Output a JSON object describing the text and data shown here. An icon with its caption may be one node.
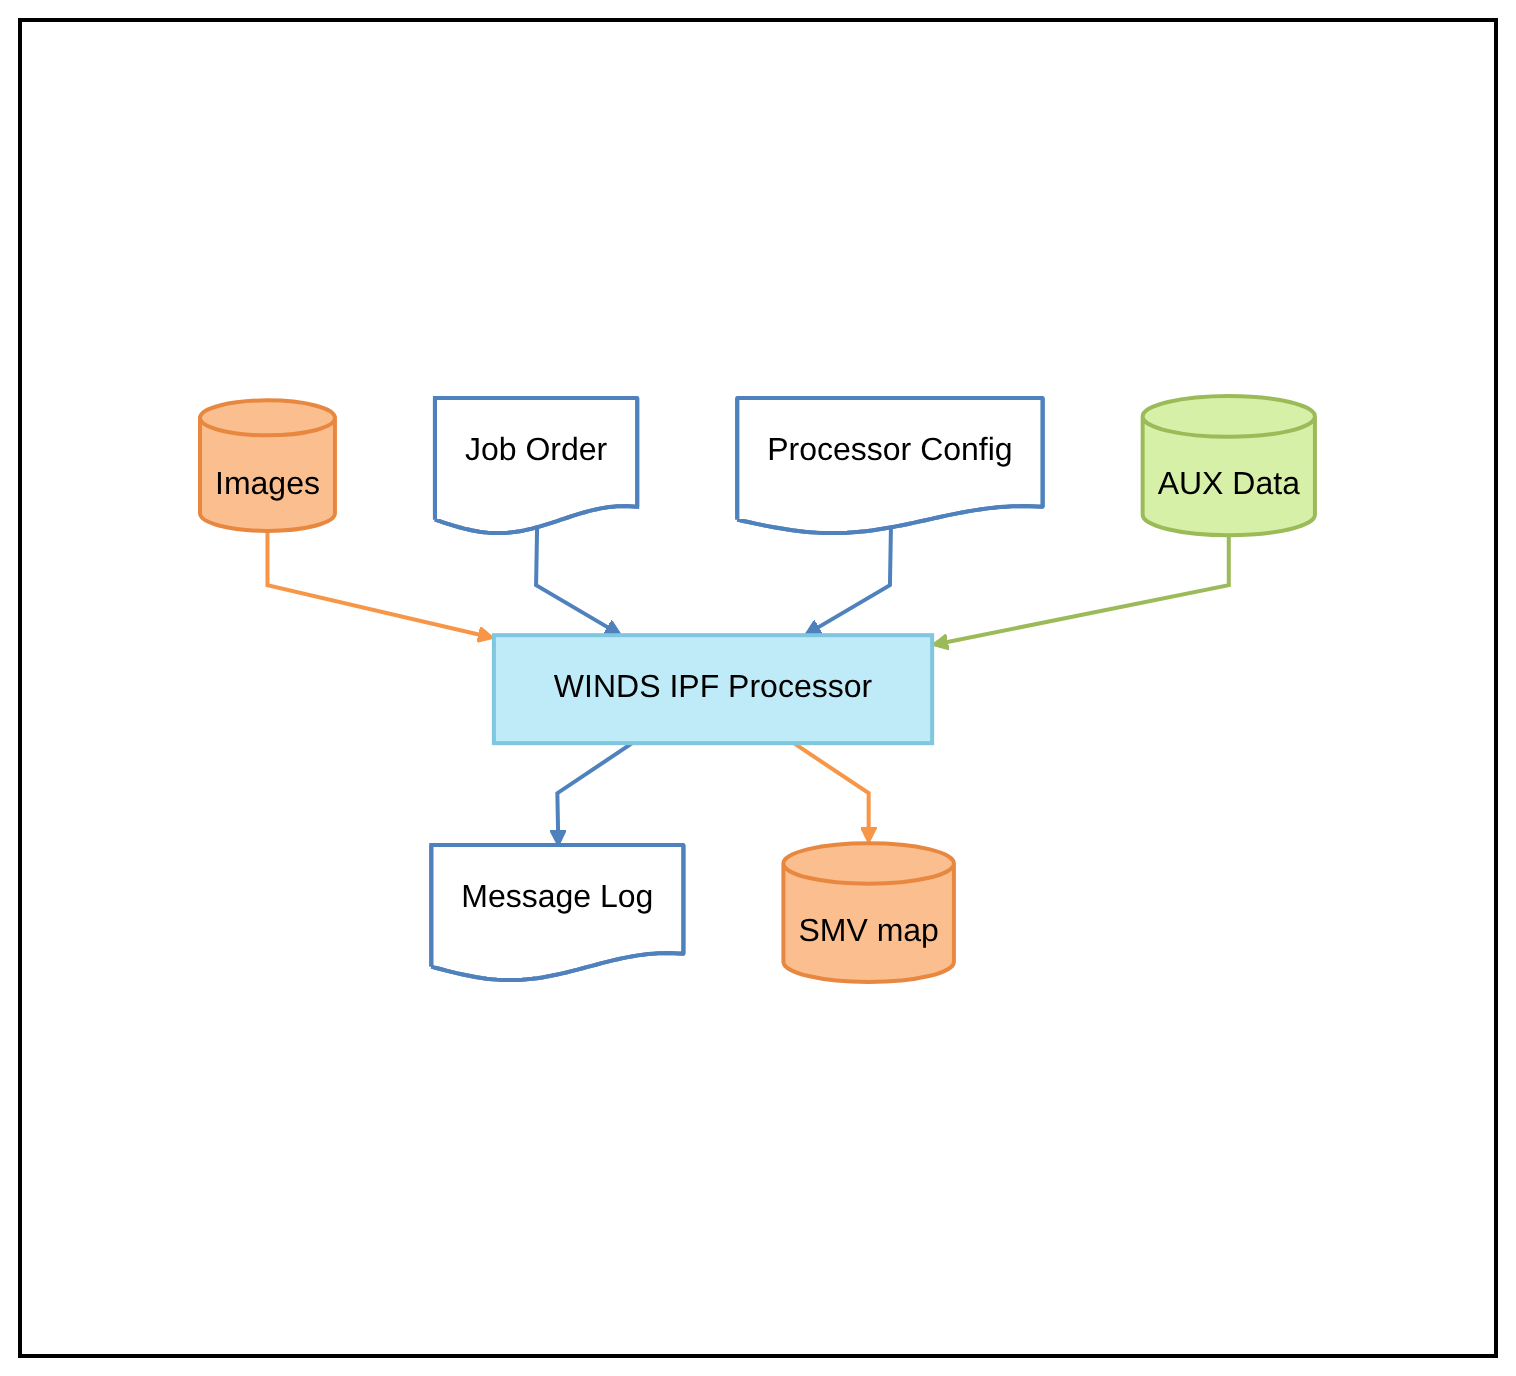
{
  "diagram": {
    "nodes": [
      {
        "text": [
          "Images"
        ]
      },
      {
        "text": [
          "Job Order"
        ]
      },
      {
        "text": [
          "Processor Config"
        ]
      },
      {
        "text": [
          "AUX Data"
        ]
      },
      {
        "text": [
          "WINDS IPF Processor"
        ]
      },
      {
        "text": [
          "Message Log"
        ]
      },
      {
        "text": [
          "SMV map"
        ]
      }
    ],
    "edges": [
      {
        "from": 0,
        "to": 4,
        "arrow": "to",
        "color": "#f79646"
      },
      {
        "from": 1,
        "to": 4,
        "arrow": "to"
      },
      {
        "from": 2,
        "to": 4,
        "arrow": "to"
      },
      {
        "from": 3,
        "to": 4,
        "arrow": "to",
        "color": "#9bbb59"
      },
      {
        "from": 4,
        "to": 5,
        "arrow": "to"
      },
      {
        "from": 4,
        "to": 6,
        "arrow": "to",
        "color": "#f79646"
      }
    ]
  }
}
